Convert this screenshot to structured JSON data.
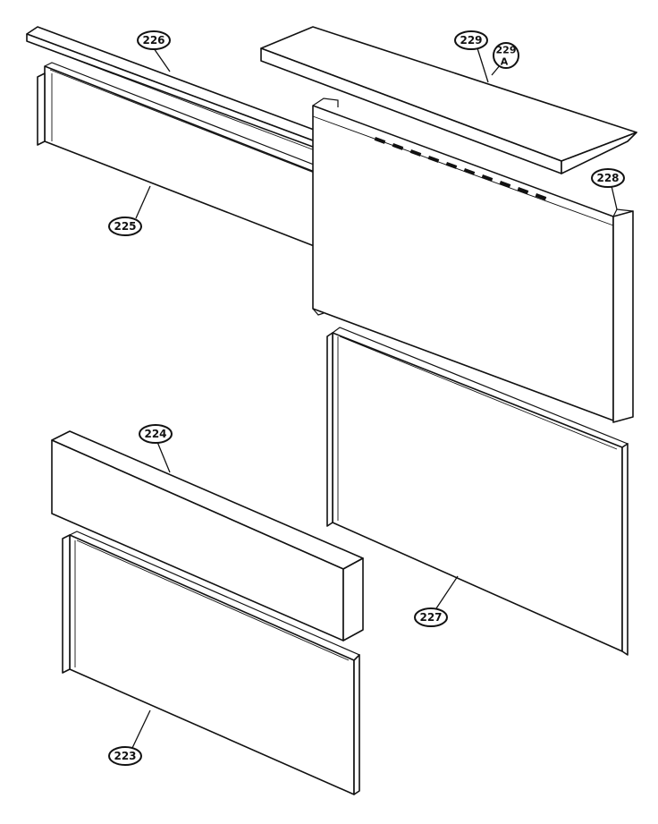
{
  "callouts": {
    "p223": "223",
    "p224": "224",
    "p225": "225",
    "p226": "226",
    "p227": "227",
    "p228": "228",
    "p229": "229",
    "p229a_num": "229",
    "p229a_suffix": "A"
  }
}
